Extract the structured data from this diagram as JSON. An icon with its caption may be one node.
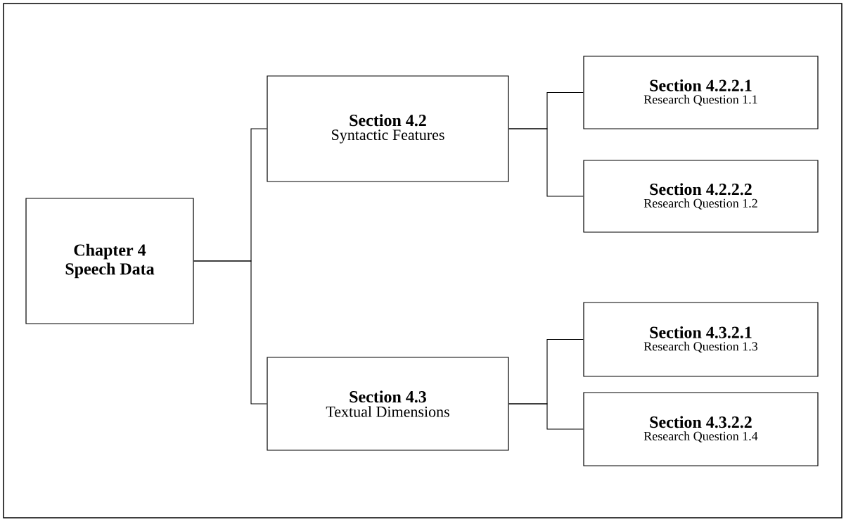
{
  "diagram": {
    "nodes": [
      {
        "text": [
          "Chapter 4",
          "Speech Data"
        ]
      },
      {
        "text": [
          "Section 4.2",
          "Syntactic Features"
        ]
      },
      {
        "text": [
          "Section 4.2.2.1",
          "Research Question 1.1"
        ]
      },
      {
        "text": [
          "Section 4.2.2.2",
          "Research Question 1.2"
        ]
      },
      {
        "text": [
          "Section 4.3",
          "Textual Dimensions"
        ]
      },
      {
        "text": [
          "Section 4.3.2.1",
          "Research Question 1.3"
        ]
      },
      {
        "text": [
          "Section 4.3.2.2",
          "Research Question 1.4"
        ]
      }
    ],
    "edges": [
      {
        "from": 0,
        "to": 1,
        "arrow": "none"
      },
      {
        "from": 0,
        "to": 4,
        "arrow": "none"
      },
      {
        "from": 1,
        "to": 2,
        "arrow": "none"
      },
      {
        "from": 1,
        "to": 3,
        "arrow": "none"
      },
      {
        "from": 4,
        "to": 5,
        "arrow": "none"
      },
      {
        "from": 4,
        "to": 6,
        "arrow": "none"
      }
    ]
  }
}
